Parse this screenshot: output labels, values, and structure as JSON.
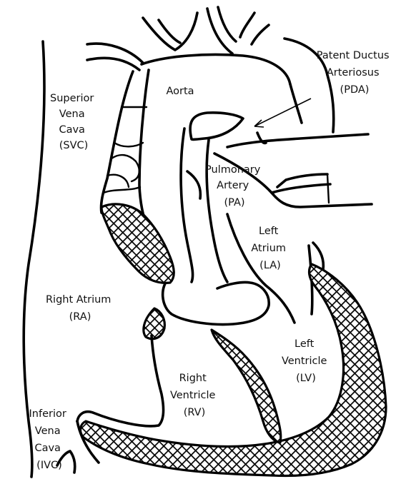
{
  "labels": {
    "svc": [
      "Superior",
      "Vena",
      "Cava",
      "(SVC)"
    ],
    "aorta": [
      "Aorta"
    ],
    "pda": [
      "Patent Ductus",
      "Arteriosus",
      "(PDA)"
    ],
    "pa": [
      "Pulmonary",
      "Artery",
      "(PA)"
    ],
    "la": [
      "Left",
      "Atrium",
      "(LA)"
    ],
    "ra": [
      "Right Atrium",
      "(RA)"
    ],
    "lv": [
      "Left",
      "Ventricle",
      "(LV)"
    ],
    "rv": [
      "Right",
      "Ventricle",
      "(RV)"
    ],
    "ivc": [
      "Inferior",
      "Vena",
      "Cava",
      "(IVC)"
    ]
  }
}
